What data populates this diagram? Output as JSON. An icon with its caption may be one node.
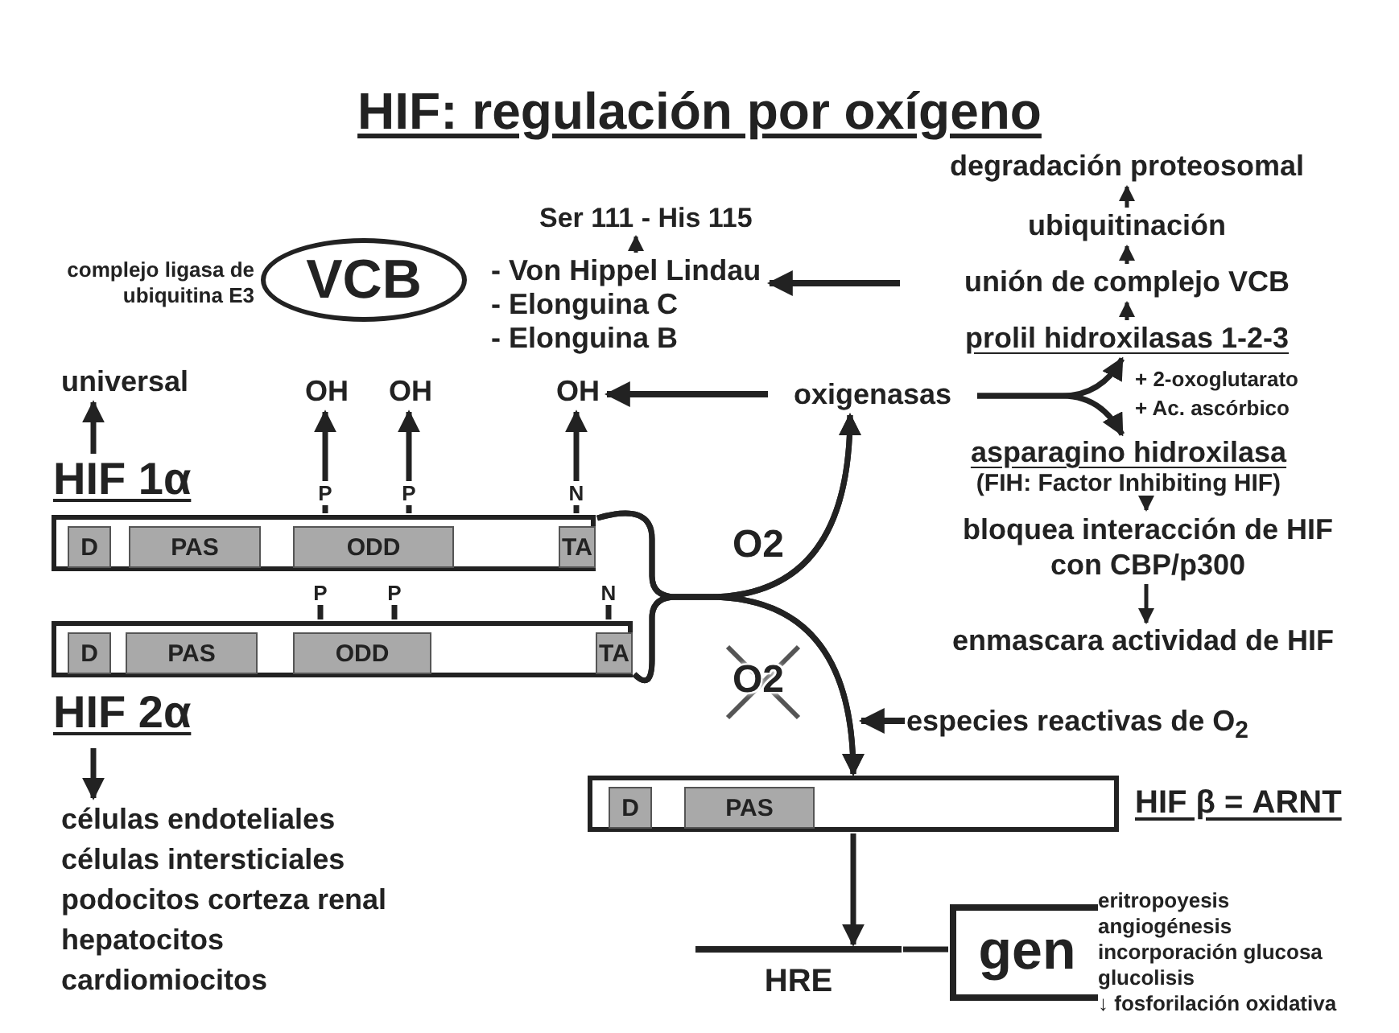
{
  "diagram": {
    "title": "HIF: regulación por oxígeno",
    "nodes": [
      {
        "text": [
          "Ser 111 - His 115"
        ]
      },
      {
        "text": [
          "- Von Hippel Lindau",
          "- Elonguina C",
          "- Elonguina B"
        ]
      },
      {
        "text": [
          "VCB"
        ],
        "beside": [
          "complejo ligasa de ubiquitina E3"
        ]
      },
      {
        "text": [
          "degradación proteosomal"
        ]
      },
      {
        "text": [
          "ubiquitinación"
        ]
      },
      {
        "text": [
          "unión de complejo VCB"
        ]
      },
      {
        "text": [
          "prolil hidroxilasas 1-2-3"
        ]
      },
      {
        "text": [
          "universal"
        ]
      },
      {
        "text": [
          "OH"
        ]
      },
      {
        "text": [
          "OH"
        ]
      },
      {
        "text": [
          "OH"
        ]
      },
      {
        "text": [
          "oxigenasas"
        ]
      },
      {
        "text": [
          "asparagino hidroxilasa",
          "(FIH: Factor Inhibiting HIF)"
        ]
      },
      {
        "text": [
          "P"
        ]
      },
      {
        "text": [
          "P"
        ]
      },
      {
        "text": [
          "N"
        ]
      },
      {
        "text": [
          "HIF 1α"
        ]
      },
      {
        "text": [
          "D"
        ],
        "in": 16
      },
      {
        "text": [
          "PAS"
        ],
        "in": 16
      },
      {
        "text": [
          "ODD"
        ],
        "in": 16
      },
      {
        "text": [
          "TA"
        ],
        "in": 16
      },
      {
        "text": [
          "bloquea interacción de HIF con CBP/p300"
        ]
      },
      {
        "text": [
          "enmascara actividad de HIF"
        ]
      },
      {
        "text": [
          "P"
        ]
      },
      {
        "text": [
          "P"
        ]
      },
      {
        "text": [
          "N"
        ]
      },
      {
        "text": [
          "HIF 2α"
        ]
      },
      {
        "text": [
          "D"
        ],
        "in": 26
      },
      {
        "text": [
          "PAS"
        ],
        "in": 26
      },
      {
        "text": [
          "ODD"
        ],
        "in": 26
      },
      {
        "text": [
          "TA"
        ],
        "in": 26
      },
      {
        "text": [
          "especies reactivas de O$_{2}$"
        ]
      },
      {
        "text": [
          "HIF β = ARNT"
        ]
      },
      {
        "text": [
          "D"
        ],
        "in": 32
      },
      {
        "text": [
          "PAS"
        ],
        "in": 32
      },
      {
        "text": [
          "HRE"
        ]
      },
      {
        "text": [
          "gen"
        ],
        "beside": [
          "eritropoyesis",
          "angiogénesis",
          "incorporación glucosa",
          "glucolisis",
          "↓ fosforilación oxidativa"
        ]
      },
      {
        "text": [
          "células endoteliales",
          "células intersticiales",
          "podocitos corteza renal",
          "hepatocitos",
          "cardiomiocitos"
        ]
      }
    ],
    "edges": [
      {
        "from": 1,
        "to": 0,
        "arrow": "to"
      },
      {
        "from": 5,
        "to": 1,
        "arrow": "to"
      },
      {
        "from": 6,
        "to": 5,
        "arrow": "to"
      },
      {
        "from": 5,
        "to": 4,
        "arrow": "to"
      },
      {
        "from": 4,
        "to": 3,
        "arrow": "to"
      },
      {
        "from": 11,
        "to": 10,
        "arrow": "to"
      },
      {
        "from": 11,
        "to": 6,
        "arrow": "to"
      },
      {
        "from": 11,
        "to": 12,
        "arrow": "to"
      },
      {
        "from": 12,
        "to": 21,
        "arrow": "to"
      },
      {
        "from": 21,
        "to": 22,
        "arrow": "to"
      },
      {
        "from": 13,
        "to": 8,
        "arrow": "to"
      },
      {
        "from": 14,
        "to": 9,
        "arrow": "to"
      },
      {
        "from": 15,
        "to": 10,
        "arrow": "to"
      },
      {
        "from": 13,
        "to": 16,
        "arrow": "none"
      },
      {
        "from": 14,
        "to": 16,
        "arrow": "none"
      },
      {
        "from": 15,
        "to": 16,
        "arrow": "none"
      },
      {
        "from": 16,
        "to": 7,
        "arrow": "to"
      },
      {
        "from": 23,
        "to": 26,
        "arrow": "none"
      },
      {
        "from": 24,
        "to": 26,
        "arrow": "none"
      },
      {
        "from": 25,
        "to": 26,
        "arrow": "none"
      },
      {
        "from": 26,
        "to": 37,
        "arrow": "to"
      },
      {
        "from": 16,
        "to": 11,
        "arrow": "to",
        "label": "O2"
      },
      {
        "from": 26,
        "to": 11,
        "arrow": "to"
      },
      {
        "from": 16,
        "to": 32,
        "arrow": "to",
        "label": "O2"
      },
      {
        "from": 26,
        "to": 32,
        "arrow": "to"
      },
      {
        "from": 31,
        "to": null,
        "arrow": "to"
      },
      {
        "from": 32,
        "to": 35,
        "arrow": "to"
      },
      {
        "from": 35,
        "to": 36,
        "arrow": "none"
      }
    ],
    "labels": [
      "+ 2-oxoglutarato",
      "+ Ac. ascórbico"
    ]
  }
}
